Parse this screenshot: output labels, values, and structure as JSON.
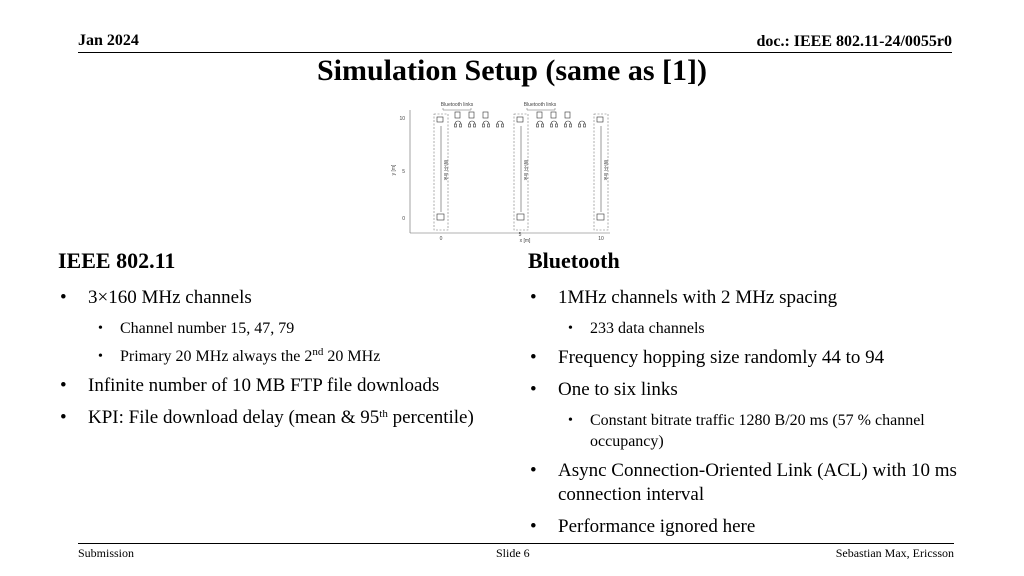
{
  "header": {
    "date": "Jan 2024",
    "doc": "doc.: IEEE 802.11-24/0055r0"
  },
  "title": "Simulation Setup (same as [1])",
  "figure": {
    "bluetooth_label_left": "Bluetooth links",
    "bluetooth_label_right": "Bluetooth links",
    "wifi_label": "Wi-Fi link",
    "y_axis_label": "y [m]",
    "x_axis_label": "x [m]",
    "y_ticks": [
      "10",
      "5",
      "0"
    ],
    "x_ticks": [
      "0",
      "5",
      "10"
    ]
  },
  "left": {
    "heading": "IEEE 802.11",
    "bullet1": "3×160 MHz channels",
    "sub1": "Channel number 15, 47, 79",
    "sub2_pre": "Primary 20 MHz always the 2",
    "sub2_sup": "nd",
    "sub2_post": " 20 MHz",
    "bullet2": "Infinite number of 10 MB FTP file downloads",
    "bullet3_pre": "KPI: File download delay (mean & 95",
    "bullet3_sup": "th",
    "bullet3_post": " percentile)"
  },
  "right": {
    "heading": "Bluetooth",
    "bullet1": "1MHz channels with 2 MHz spacing",
    "sub1": "233 data channels",
    "bullet2": "Frequency hopping size randomly 44 to 94",
    "bullet3": "One to six links",
    "sub2": "Constant bitrate traffic 1280 B/20 ms (57 % channel occupancy)",
    "bullet4": "Async Connection-Oriented Link (ACL) with 10 ms connection interval",
    "bullet5": "Performance ignored here"
  },
  "footer": {
    "left": "Submission",
    "center": "Slide 6",
    "right": "Sebastian Max, Ericsson"
  }
}
